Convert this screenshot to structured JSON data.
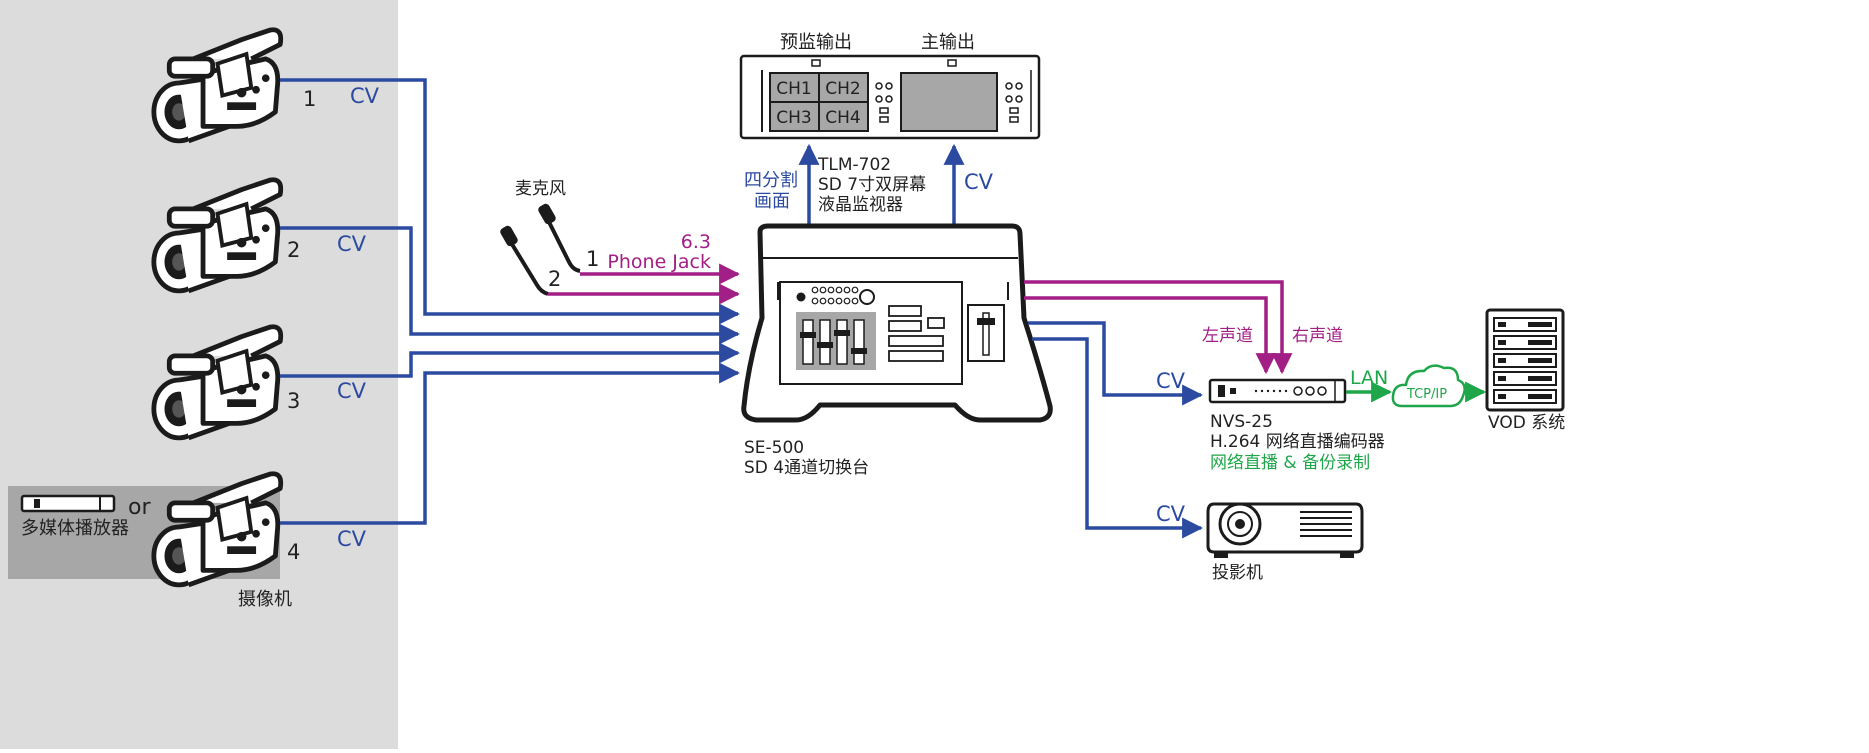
{
  "colors": {
    "video": "#2b4aa0",
    "audio": "#a21f86",
    "network": "#1fa64a",
    "panel": "#dcdcdc",
    "panel_dark": "#a7a7a7",
    "outline": "#1b1b1b"
  },
  "cameras": {
    "group_label": "摄像机",
    "items": [
      {
        "number": "1",
        "signal": "CV"
      },
      {
        "number": "2",
        "signal": "CV"
      },
      {
        "number": "3",
        "signal": "CV"
      },
      {
        "number": "4",
        "signal": "CV"
      }
    ],
    "alt_or": "or",
    "media_player_label": "多媒体播放器"
  },
  "microphones": {
    "label": "麦克风",
    "numbers": [
      "1",
      "2"
    ],
    "connector_size": "6.3",
    "connector_name": "Phone Jack"
  },
  "monitor": {
    "preview_title": "预监输出",
    "main_title": "主输出",
    "channels": [
      "CH1",
      "CH2",
      "CH3",
      "CH4"
    ],
    "model": "TLM-702",
    "desc": "SD 7寸双屏幕",
    "desc2": "液晶监视器",
    "quad_label_1": "四分割",
    "quad_label_2": "画面",
    "main_signal": "CV"
  },
  "switcher": {
    "model": "SE-500",
    "desc": "SD 4通道切换台"
  },
  "encoder": {
    "left_audio": "左声道",
    "right_audio": "右声道",
    "signal": "CV",
    "model": "NVS-25",
    "desc": "H.264 网络直播编码器",
    "feature": "网络直播 & 备份录制",
    "lan": "LAN",
    "protocol": "TCP/IP"
  },
  "vod": {
    "label": "VOD 系统"
  },
  "projector": {
    "label": "投影机",
    "signal": "CV"
  }
}
